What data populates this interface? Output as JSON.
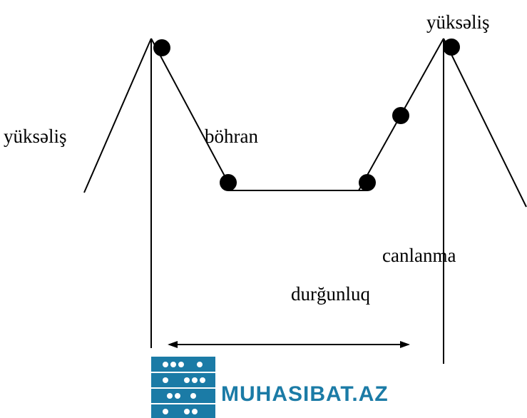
{
  "labels": {
    "rise_left": "yüksəliş",
    "rise_top": "yüksəliş",
    "crisis": "böhran",
    "revival": "canlanma",
    "stagnation": "durğunluq"
  },
  "watermark": {
    "text": "MUHASIBAT.AZ",
    "color": "#1b7ba6",
    "icon": "abacus-icon"
  },
  "colors": {
    "line": "#000000",
    "point": "#000000",
    "watermark": "#1b7ba6"
  }
}
